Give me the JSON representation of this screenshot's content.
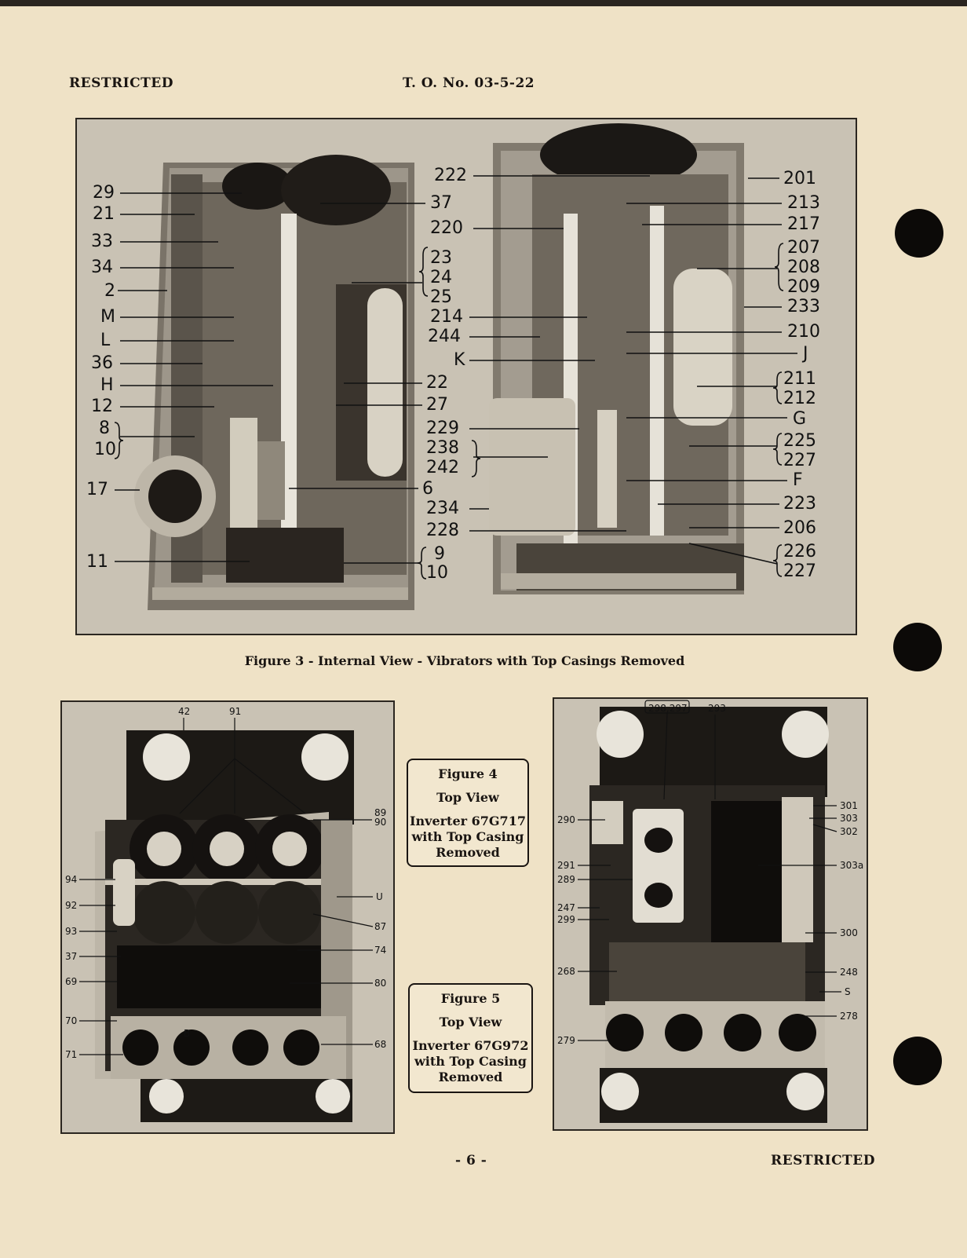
{
  "header": {
    "left": "RESTRICTED",
    "center": "T. O. No. 03-5-22"
  },
  "figure3": {
    "caption": "Figure 3 - Internal View - Vibrators with Top Casings Removed",
    "left_labels": [
      "29",
      "21",
      "33",
      "34",
      "2",
      "M",
      "L",
      "36",
      "H",
      "12",
      "8",
      "10",
      "17",
      "11"
    ],
    "middle_labels": [
      "37",
      "23",
      "24",
      "25",
      "22",
      "27",
      "6",
      "9",
      "10",
      "222",
      "220",
      "214",
      "244",
      "K",
      "229",
      "238",
      "242",
      "234",
      "228"
    ],
    "right_labels": [
      "201",
      "213",
      "217",
      "207",
      "208",
      "209",
      "233",
      "210",
      "J",
      "211",
      "212",
      "G",
      "225",
      "227",
      "F",
      "223",
      "206",
      "226",
      "227"
    ]
  },
  "figure4": {
    "title": "Figure 4",
    "subtitle": "Top View",
    "body": [
      "Inverter 67G717",
      "with Top Casing",
      "Removed"
    ],
    "labels": [
      "42",
      "91",
      "89",
      "90",
      "94",
      "92",
      "93",
      "37",
      "69",
      "70",
      "71",
      "U",
      "87",
      "74",
      "80",
      "68",
      "B"
    ]
  },
  "figure5": {
    "title": "Figure 5",
    "subtitle": "Top View",
    "body": [
      "Inverter 67G972",
      "with Top Casing",
      "Removed"
    ],
    "labels": [
      "298,297",
      "293",
      "290",
      "291",
      "289",
      "247",
      "299",
      "268",
      "279",
      "301",
      "303",
      "302",
      "303a",
      "300",
      "248",
      "S",
      "278"
    ]
  },
  "footer": {
    "page": "- 6 -",
    "right": "RESTRICTED"
  }
}
